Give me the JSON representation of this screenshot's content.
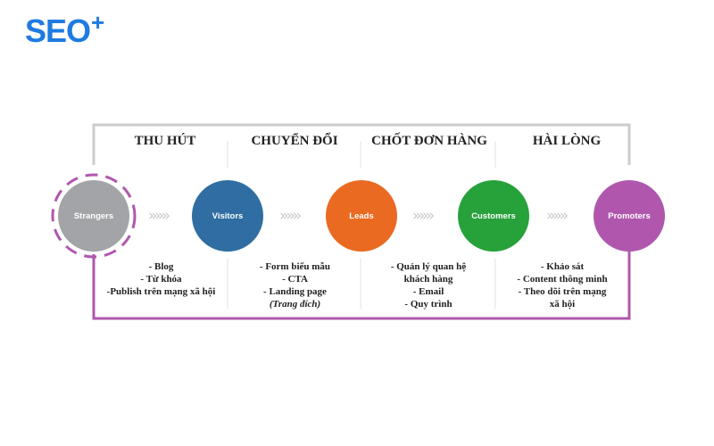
{
  "logo": {
    "text": "SEO",
    "mark": "+"
  },
  "colors": {
    "strangers": "#a3a4a7",
    "visitors": "#2f6da2",
    "leads": "#ea6a22",
    "customers": "#27a13a",
    "promoters": "#b057ad",
    "frame_top": "#cccccc",
    "frame_bottom": "#b057ad"
  },
  "stages": [
    "THU HÚT",
    "CHUYỂN ĐỔI",
    "CHỐT ĐƠN HÀNG",
    "HÀI LÒNG"
  ],
  "nodes": [
    "Strangers",
    "Visitors",
    "Leads",
    "Customers",
    "Promoters"
  ],
  "arrow_glyph": "»»»",
  "descriptions": [
    [
      "- Blog",
      "- Từ khóa",
      "-Publish trên mạng xã hội"
    ],
    [
      "- Form biểu mẫu",
      "- CTA",
      "- Landing page",
      "(Trang đích)"
    ],
    [
      "- Quản lý quan hệ",
      "khách hàng",
      "- Email",
      "- Quy trình"
    ],
    [
      "- Khảo sát",
      "- Content thông minh",
      "- Theo dõi trên mạng",
      "xã hội"
    ]
  ]
}
